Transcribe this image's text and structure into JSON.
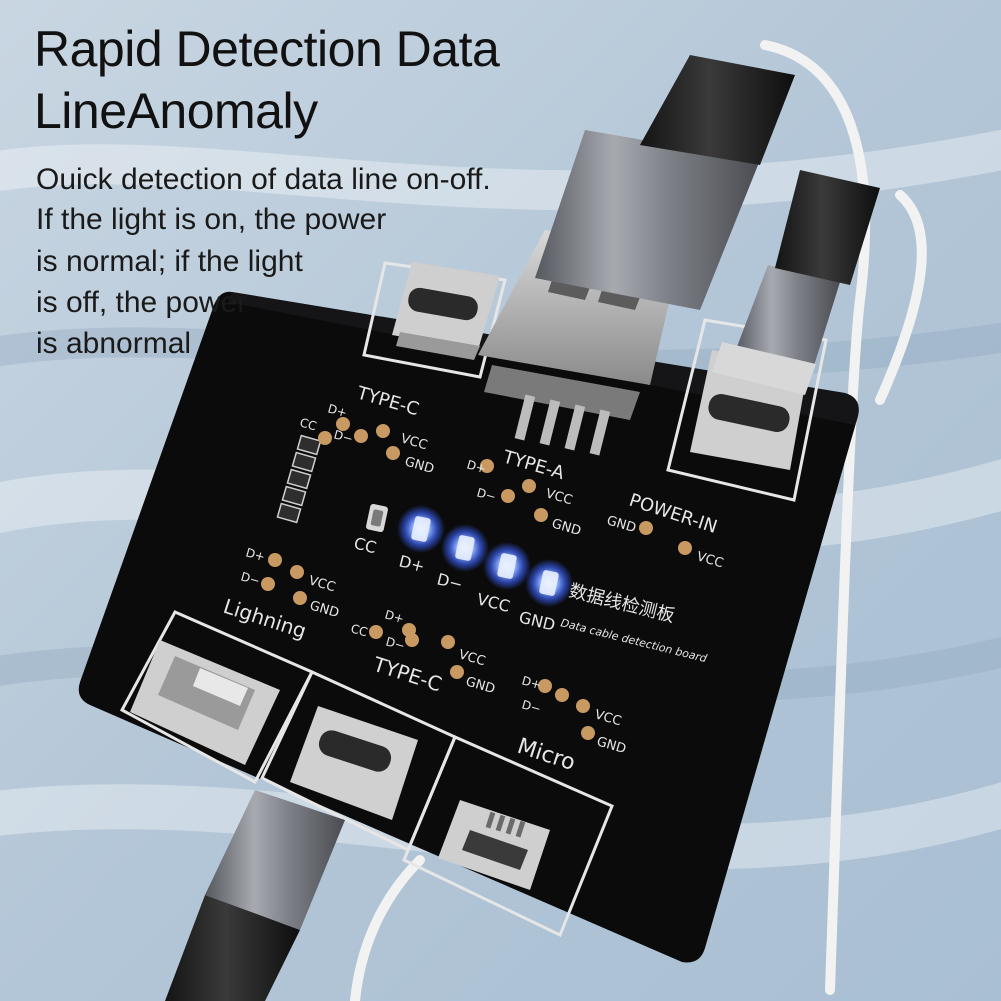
{
  "headline": {
    "line1": "Rapid Detection Data",
    "line2": "LineAnomaly"
  },
  "description": [
    "Ouick detection of data line on-off.",
    "If the light is on, the power",
    "is normal; if the light",
    "is off, the power",
    "is abnormal"
  ],
  "board": {
    "sections": {
      "type_c_top": "TYPE-C",
      "type_a": "TYPE-A",
      "power_in": "POWER-IN",
      "lightning": "Lighning",
      "type_c_bottom": "TYPE-C",
      "micro": "Micro"
    },
    "pins": {
      "cc": "CC",
      "dplus": "D+",
      "dminus": "D−",
      "vcc": "VCC",
      "gnd": "GND"
    },
    "led_labels": [
      "CC",
      "D+",
      "D−",
      "VCC",
      "GND"
    ],
    "chinese_title": "数据线检测板",
    "english_subtitle": "Data cable detection board"
  },
  "colors": {
    "background": "#b9cad9",
    "board": "#0b0b0c",
    "silkscreen": "#e6e6e6",
    "pad": "#c89a62",
    "led_glow": "#3b63ff",
    "cable_metal": "#7c7f86",
    "cable_white": "#f2f2f2"
  }
}
